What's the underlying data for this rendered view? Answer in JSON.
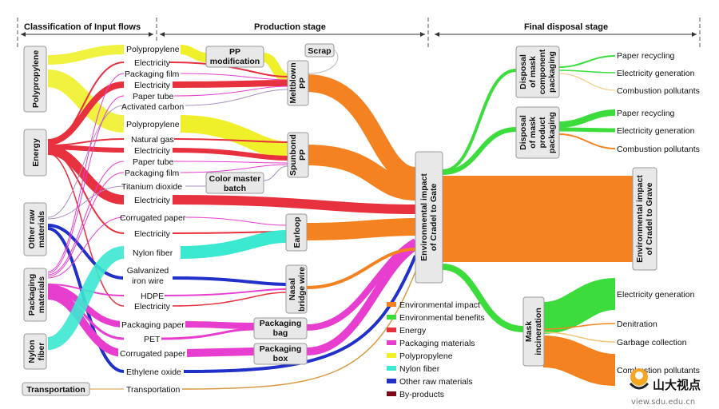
{
  "header": {
    "left": "Classification of Input flows",
    "middle": "Production stage",
    "right": "Final disposal stage"
  },
  "colors": {
    "environmental_impact": "#f58220",
    "environmental_benefits": "#3ddc3d",
    "energy": "#e8313f",
    "packaging_materials": "#e83ed0",
    "polypropylene": "#f0f02a",
    "nylon_fiber": "#3be8d0",
    "other_raw_materials": "#2030c8",
    "by_products": "#7a0a1a",
    "transportation": "#d89a40"
  },
  "categories": {
    "polypropylene": "Polypropylene",
    "energy": "Energy",
    "other_raw": "Other raw materials",
    "packaging": "Packaging materials",
    "nylon": "Nylon fiber",
    "transportation": "Transportation"
  },
  "inputs": {
    "pp1": "Polypropylene",
    "elec1": "Electricity",
    "pkgfilm1": "Packaging film",
    "elec2": "Electricity",
    "papertube1": "Paper tube",
    "actcarbon": "Activated carbon",
    "pp2": "Polypropylene",
    "natgas": "Natural gas",
    "elec3": "Electricity",
    "papertube2": "Paper tube",
    "pkgfilm2": "Packaging film",
    "tio2": "Titanium dioxide",
    "elec4": "Electricity",
    "corrugated1": "Corrugated paper",
    "elec5": "Electricity",
    "nylon": "Nylon fiber",
    "galv": "Galvanized iron wire",
    "hdpe": "HDPE",
    "elec6": "Electricity",
    "pkgpaper": "Packaging paper",
    "pet": "PET",
    "corrugated2": "Corrugated paper",
    "eo": "Ethylene oxide",
    "transport": "Transportation"
  },
  "processes": {
    "ppmod": "PP modification",
    "scrap": "Scrap",
    "meltblown": "Meltblown PP",
    "spunbond": "Spunbond PP",
    "colormaster": "Color master batch",
    "earloop": "Earloop",
    "nasal": "Nasal bridge wire",
    "pkgbag": "Packaging bag",
    "pkgbox": "Packaging box",
    "c2gate": "Environmental impact of Cradel to Gate",
    "c2grave": "Environmental impact of Cradel to Grave",
    "disp_comp": "Disposal of mask component packaging",
    "disp_prod": "Disposal of mask product packaging",
    "incin": "Mask incineration"
  },
  "outputs": {
    "o1": "Paper recycling",
    "o2": "Electricity generation",
    "o3": "Combustion pollutants",
    "o4": "Paper recycling",
    "o5": "Electricity generation",
    "o6": "Combustion pollutants",
    "o7": "Electricity generation",
    "o8": "Denitration",
    "o9": "Garbage collection",
    "o10": "Combustion pollutants"
  },
  "legend": [
    {
      "label": "Environmental impact",
      "color": "#f58220"
    },
    {
      "label": "Environmental benefits",
      "color": "#3ddc3d"
    },
    {
      "label": "Energy",
      "color": "#e8313f"
    },
    {
      "label": "Packaging materials",
      "color": "#e83ed0"
    },
    {
      "label": "Polypropylene",
      "color": "#f0f02a"
    },
    {
      "label": "Nylon fiber",
      "color": "#3be8d0"
    },
    {
      "label": "Other raw materials",
      "color": "#2030c8"
    },
    {
      "label": "By-products",
      "color": "#7a0a1a"
    }
  ],
  "watermark": {
    "name": "山大视点",
    "url": "view.sdu.edu.cn"
  }
}
